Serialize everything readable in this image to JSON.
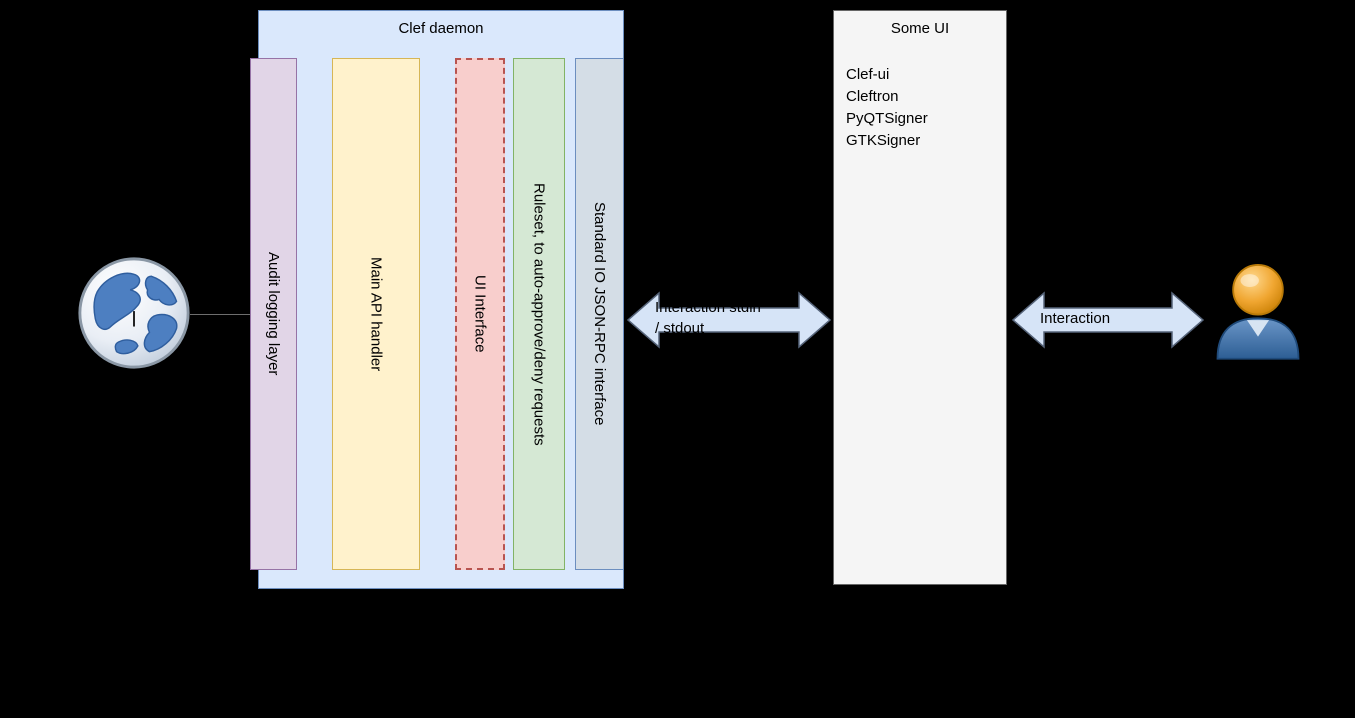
{
  "clef_daemon": {
    "title": "Clef daemon",
    "columns": [
      {
        "label": "Audit logging layer"
      },
      {
        "label": "Main API handler"
      },
      {
        "label": "UI Interface"
      },
      {
        "label": "Ruleset, to auto-approve/deny requests"
      },
      {
        "label": "Standard IO JSON-RPC interface"
      }
    ]
  },
  "some_ui": {
    "title": "Some UI",
    "items": [
      "Clef-ui",
      "Cleftron",
      "PyQTSigner",
      "GTKSigner"
    ]
  },
  "arrows": [
    {
      "lines": [
        "Interaction stdin",
        "/ stdout"
      ]
    },
    {
      "lines": [
        "Interaction"
      ]
    }
  ],
  "icons": {
    "left": "globe",
    "right": "user"
  },
  "colors": {
    "background": "#000000",
    "clef_box_fill": "#dae8fc",
    "clef_box_border": "#6c8ebf",
    "audit_fill": "#e1d5e7",
    "api_fill": "#fff2cc",
    "ui_interface_fill": "#f8cecc",
    "ruleset_fill": "#d5e8d4",
    "stdio_fill": "#d4dde6",
    "some_ui_fill": "#f5f5f5",
    "arrow_fill": "#d6e4f7",
    "arrow_border": "#56647a",
    "text": "#000000"
  }
}
